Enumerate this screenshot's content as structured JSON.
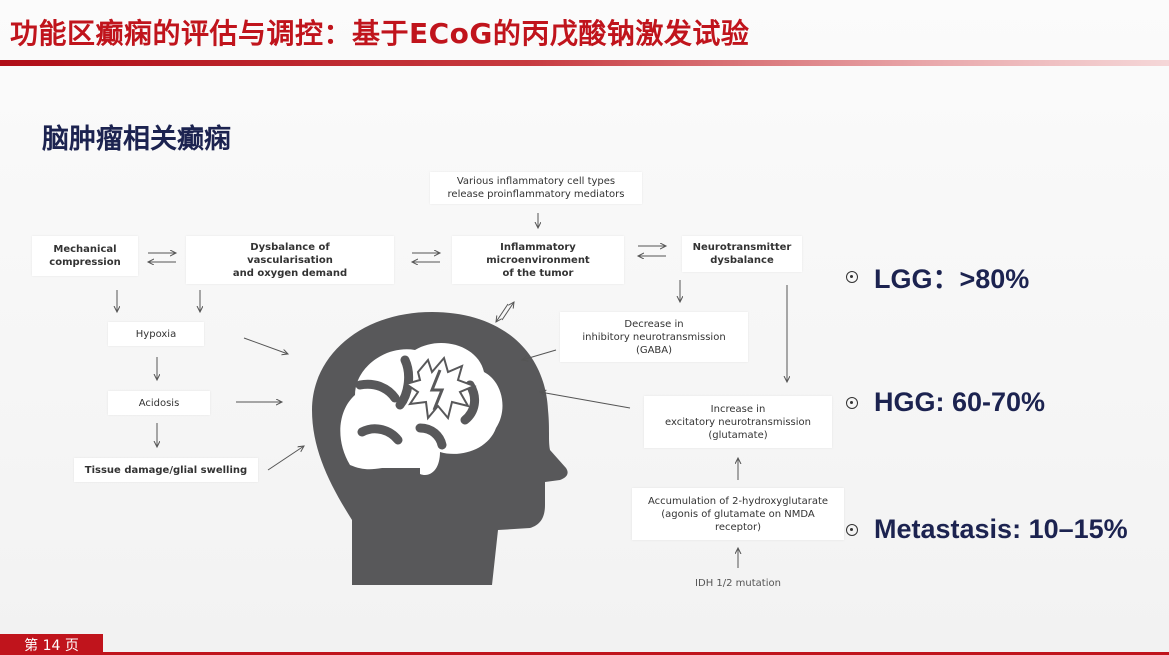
{
  "slide": {
    "title": "功能区癫痫的评估与调控：基于ECoG的丙戊酸钠激发试验",
    "section_title": "脑肿瘤相关癫痫",
    "page_label": "第 14 页"
  },
  "diagram": {
    "boxes": {
      "inflammatory_cells": "Various inflammatory cell types\nrelease proinflammatory mediators",
      "mechanical": "Mechanical\ncompression",
      "dysbalance_vasc": "Dysbalance of\nvascularisation\nand oxygen demand",
      "inflammatory_micro": "Inflammatory\nmicroenvironment\nof the tumor",
      "neurotransmitter": "Neurotransmitter\ndysbalance",
      "hypoxia": "Hypoxia",
      "acidosis": "Acidosis",
      "tissue_damage": "Tissue damage/glial swelling",
      "decrease_gaba": "Decrease in\ninhibitory neurotransmission\n(GABA)",
      "increase_glut": "Increase in\nexcitatory neurotransmission\n(glutamate)",
      "accumulation": "Accumulation of 2-hydroxyglutarate\n(agonis of glutamate on NMDA\nreceptor)",
      "idh": "IDH 1/2 mutation"
    }
  },
  "stats": [
    {
      "label": "LGG：>80%"
    },
    {
      "label": "HGG: 60-70%"
    },
    {
      "label": "Metastasis: 10–15%"
    }
  ],
  "colors": {
    "accent": "#c0141c",
    "navy": "#1c2350",
    "head": "#58585a"
  }
}
